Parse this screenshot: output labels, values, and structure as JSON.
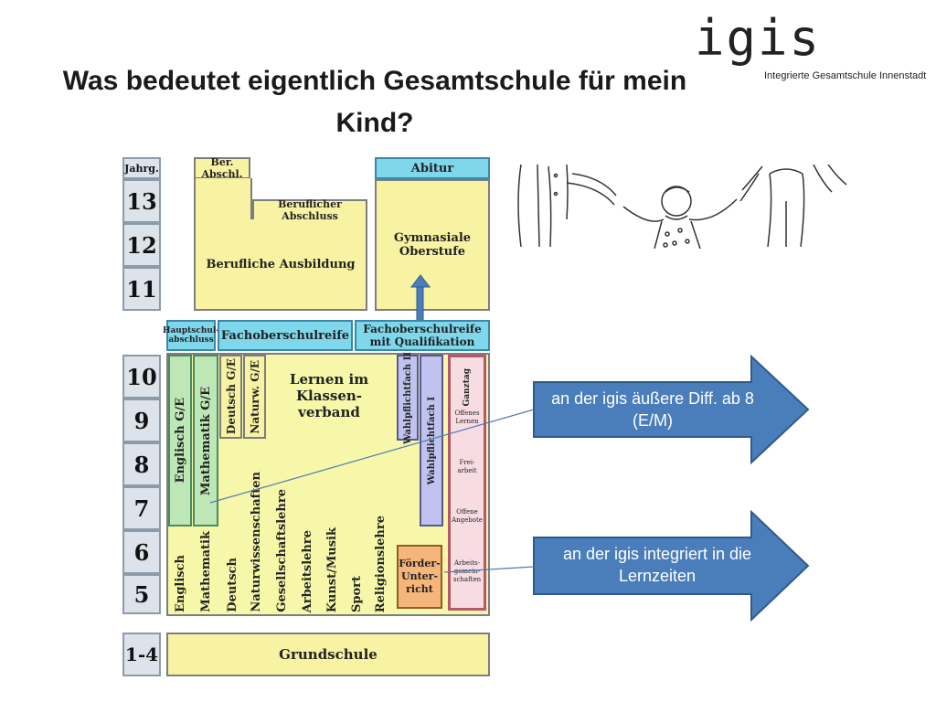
{
  "title": "Was bedeutet eigentlich Gesamtschule für mein Kind?",
  "logo": {
    "mark": "igis",
    "subtitle": "Integrierte Gesamtschule Innenstadt"
  },
  "years": {
    "upper_header": "Jahrg.",
    "upper": [
      "13",
      "12",
      "11"
    ],
    "lower": [
      "10",
      "9",
      "8",
      "7",
      "6",
      "5"
    ],
    "primary": "1-4"
  },
  "boxes": {
    "ber_abschl": "Ber. Abschl.",
    "beruflicher_abschluss": "Beruflicher Abschluss",
    "berufliche_ausbildung": "Berufliche Ausbildung",
    "abitur": "Abitur",
    "gymnasiale_oberstufe": "Gymnasiale Oberstufe",
    "hauptschulabschluss": "Hauptschul-abschluss",
    "fachoberschulreife": "Fachoberschulreife",
    "fachoberschulreife_qual": "Fachoberschulreife mit Qualifikation",
    "lernen_im_klassenverband": "Lernen im Klassen-verband",
    "englisch_ge": "Englisch G/E",
    "mathematik_ge": "Mathematik G/E",
    "deutsch_ge": "Deutsch G/E",
    "naturw_ge": "Naturw. G/E",
    "wahlpflichtfach_2": "Wahlpflichtfach II",
    "wahlpflichtfach_1": "Wahlpflichtfach I",
    "ganztag": "Ganztag",
    "offenes_lernen": "Offenes Lernen",
    "freiarbeit": "Frei-arbeit",
    "offene_angebote": "Offene Angebote",
    "arbeitsgemeinschaften": "Arbeits-gemein-schaften",
    "foerderunterricht": "Förder-Unter-richt",
    "grundschule": "Grundschule"
  },
  "subjects": [
    "Englisch",
    "Mathematik",
    "Deutsch",
    "Naturwissenschaften",
    "Gesellschaftslehre",
    "Arbeitslehre",
    "Kunst/Musik",
    "Sport",
    "Religionslehre"
  ],
  "callouts": [
    {
      "text": "an der igis äußere Diff. ab 8 (E/M)"
    },
    {
      "text": "an der igis integriert in die Lernzeiten"
    }
  ],
  "colors": {
    "yellow": "#f7f3a3",
    "cyan": "#7fd7eb",
    "green": "#bde7b6",
    "lavender": "#c0c3ef",
    "pink": "#f3c7cf",
    "orange": "#f6b67b",
    "callout_fill": "#4a7ebb",
    "callout_border": "#2f5a8d"
  }
}
